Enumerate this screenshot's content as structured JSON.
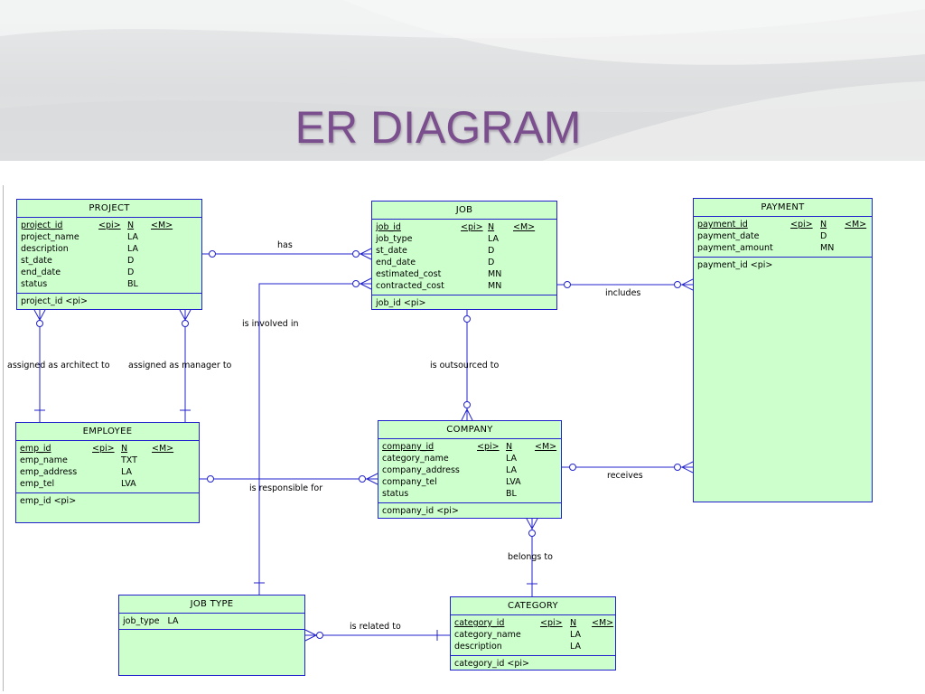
{
  "title": "ER DIAGRAM",
  "entities": {
    "project": {
      "name": "PROJECT",
      "attrs": [
        {
          "name": "project_id",
          "pi": "<pi>",
          "type": "N",
          "m": "<M>"
        },
        {
          "name": "project_name",
          "type": "LA"
        },
        {
          "name": "description",
          "type": "LA"
        },
        {
          "name": "st_date",
          "type": "D"
        },
        {
          "name": "end_date",
          "type": "D"
        },
        {
          "name": "status",
          "type": "BL"
        }
      ],
      "identifier": "project_id  <pi>"
    },
    "job": {
      "name": "JOB",
      "attrs": [
        {
          "name": "job_id",
          "pi": "<pi>",
          "type": "N",
          "m": "<M>"
        },
        {
          "name": "job_type",
          "type": "LA"
        },
        {
          "name": "st_date",
          "type": "D"
        },
        {
          "name": "end_date",
          "type": "D"
        },
        {
          "name": "estimated_cost",
          "type": "MN"
        },
        {
          "name": "contracted_cost",
          "type": "MN"
        }
      ],
      "identifier": "job_id  <pi>"
    },
    "payment": {
      "name": "PAYMENT",
      "attrs": [
        {
          "name": "payment_id",
          "pi": "<pi>",
          "type": "N",
          "m": "<M>"
        },
        {
          "name": "payment_date",
          "type": "D"
        },
        {
          "name": "payment_amount",
          "type": "MN"
        }
      ],
      "identifier": "payment_id  <pi>"
    },
    "employee": {
      "name": "EMPLOYEE",
      "attrs": [
        {
          "name": "emp_id",
          "pi": "<pi>",
          "type": "N",
          "m": "<M>"
        },
        {
          "name": "emp_name",
          "type": "TXT"
        },
        {
          "name": "emp_address",
          "type": "LA"
        },
        {
          "name": "emp_tel",
          "type": "LVA"
        }
      ],
      "identifier": "emp_id  <pi>"
    },
    "company": {
      "name": "COMPANY",
      "attrs": [
        {
          "name": "company_id",
          "pi": "<pi>",
          "type": "N",
          "m": "<M>"
        },
        {
          "name": "category_name",
          "type": "LA"
        },
        {
          "name": "company_address",
          "type": "LA"
        },
        {
          "name": "company_tel",
          "type": "LVA"
        },
        {
          "name": "status",
          "type": "BL"
        }
      ],
      "identifier": "company_id  <pi>"
    },
    "job_type": {
      "name": "JOB TYPE",
      "attrs": [
        {
          "name": "job_type   LA"
        }
      ],
      "identifier": ""
    },
    "category": {
      "name": "CATEGORY",
      "attrs": [
        {
          "name": "category_id",
          "pi": "<pi>",
          "type": "N",
          "m": "<M>"
        },
        {
          "name": "category_name",
          "type": "LA"
        },
        {
          "name": "description",
          "type": "LA"
        }
      ],
      "identifier": "category_id  <pi>"
    }
  },
  "relationships": {
    "has": "has",
    "is_involved_in": "is involved in",
    "includes": "includes",
    "assigned_as_architect_to": "assigned as architect to",
    "assigned_as_manager_to": "assigned as manager to",
    "is_outsourced_to": "is outsourced to",
    "is_responsible_for": "is responsible for",
    "receives": "receives",
    "belongs_to": "belongs to",
    "is_related_to": "is related to"
  },
  "colors": {
    "title": "#7b4f8e",
    "entity_fill": "#ccffcc",
    "line": "#2222cc"
  }
}
